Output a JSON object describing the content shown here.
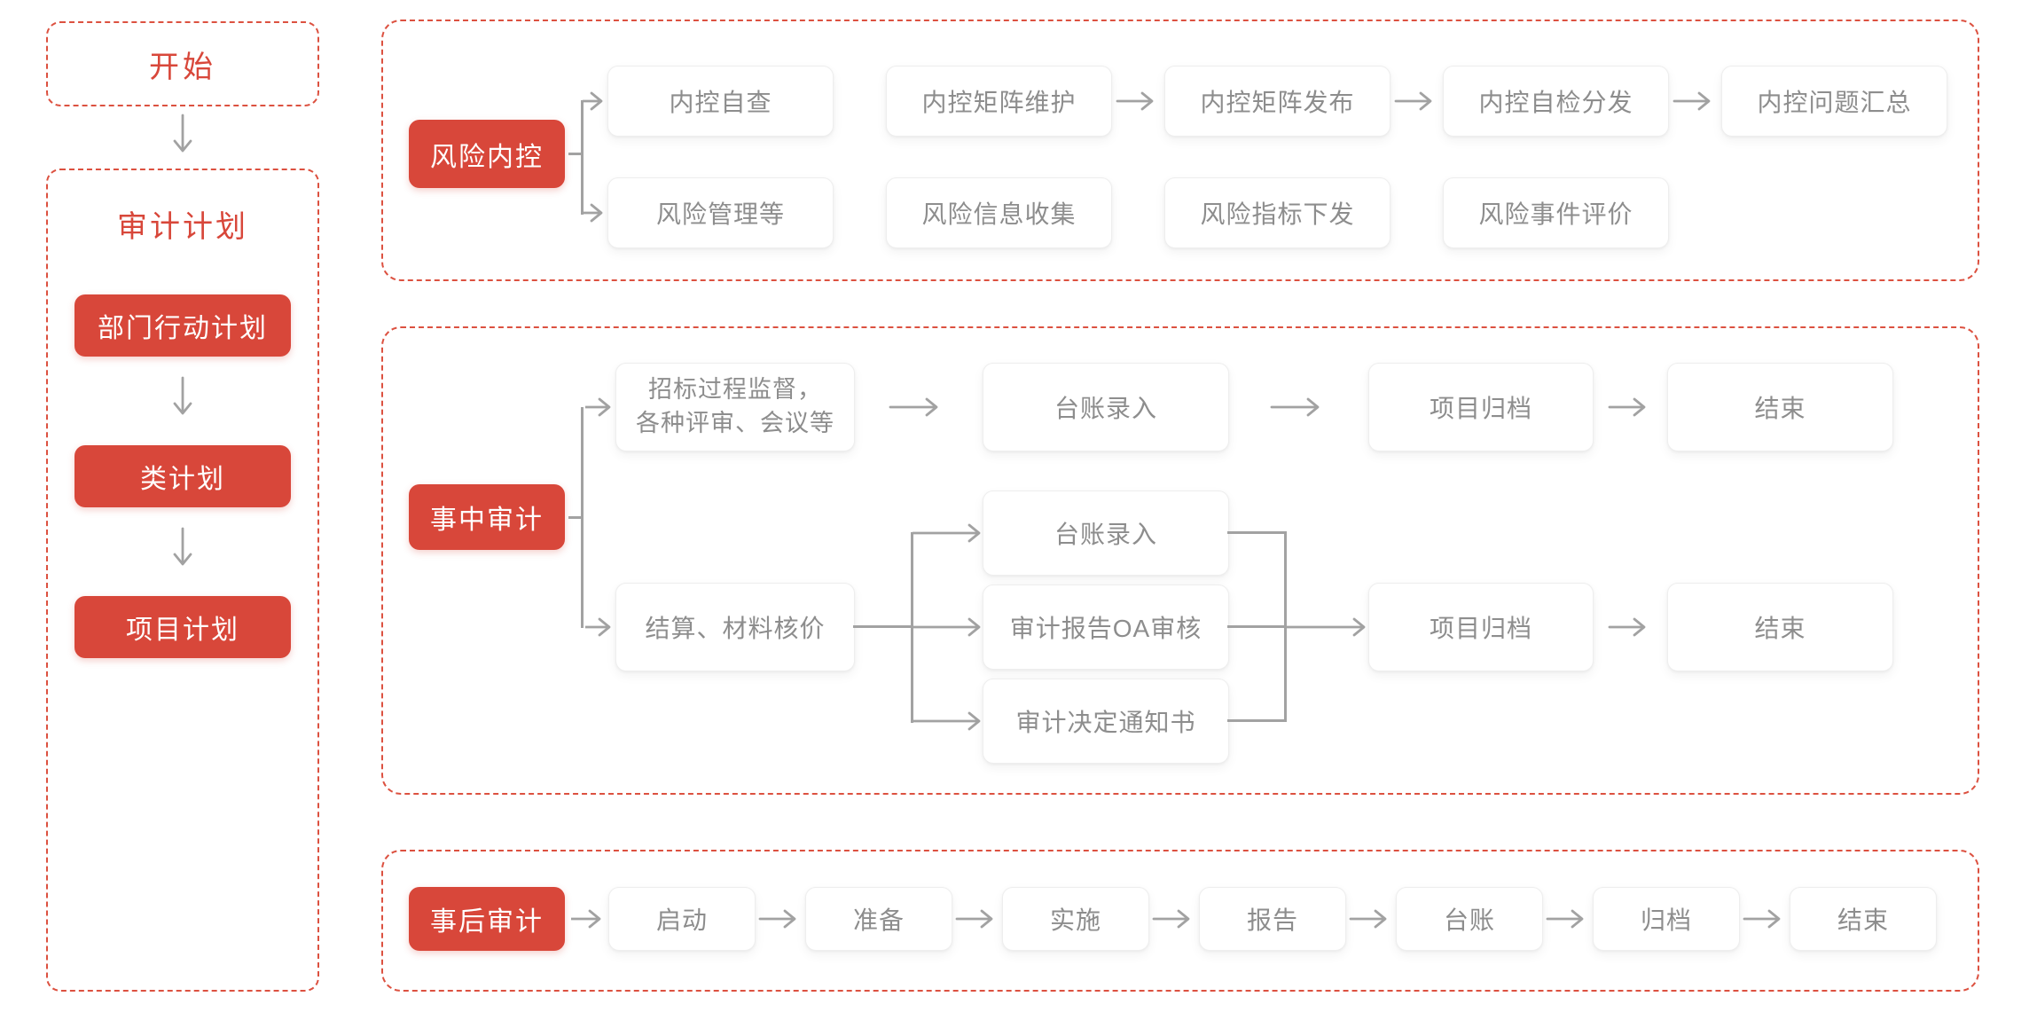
{
  "colors": {
    "red_fill": "#d8473a",
    "red_dashed_border": "#dc5140",
    "gray_text": "#8d8d8d",
    "connector_gray": "#a2a2a2",
    "node_background": "#ffffff"
  },
  "left": {
    "start": "开始",
    "plan_title": "审计计划",
    "steps": [
      "部门行动计划",
      "类计划",
      "项目计划"
    ]
  },
  "risk": {
    "root": "风险内控",
    "row1": [
      "内控自查",
      "内控矩阵维护",
      "内控矩阵发布",
      "内控自检分发",
      "内控问题汇总"
    ],
    "row2": [
      "风险管理等",
      "风险信息收集",
      "风险指标下发",
      "风险事件评价"
    ]
  },
  "mid": {
    "root": "事中审计",
    "branch1": {
      "start_line1": "招标过程监督，",
      "start_line2": "各种评审、会议等",
      "steps": [
        "台账录入",
        "项目归档",
        "结束"
      ]
    },
    "branch2": {
      "start": "结算、材料核价",
      "parallel": [
        "台账录入",
        "审计报告OA审核",
        "审计决定通知书"
      ],
      "steps": [
        "项目归档",
        "结束"
      ]
    }
  },
  "post": {
    "root": "事后审计",
    "steps": [
      "启动",
      "准备",
      "实施",
      "报告",
      "台账",
      "归档",
      "结束"
    ]
  }
}
